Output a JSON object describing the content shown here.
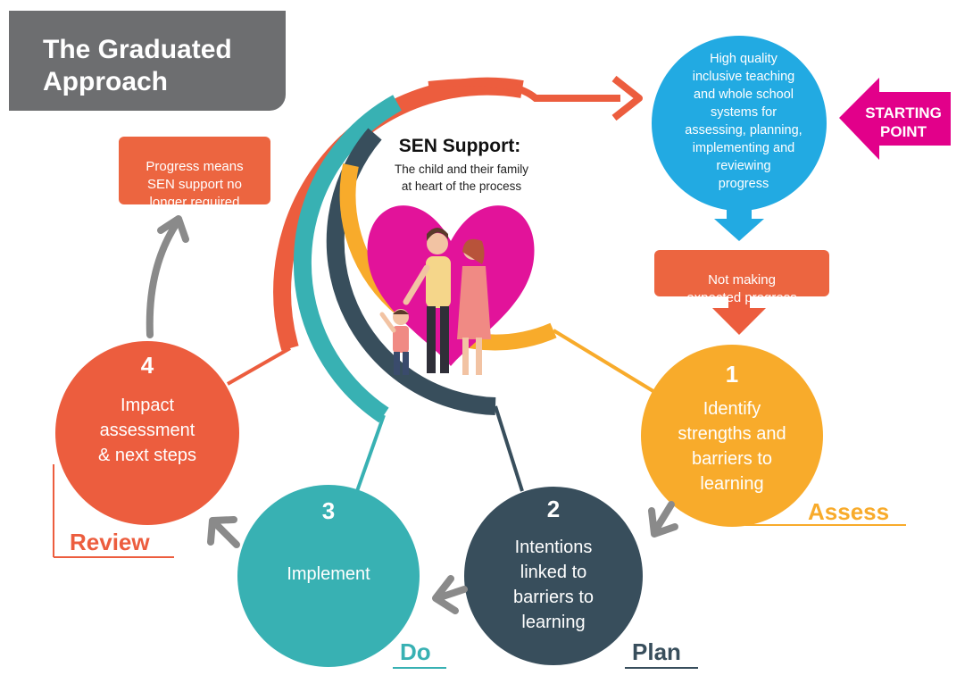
{
  "title": "The Graduated Approach",
  "center": {
    "title": "SEN Support:",
    "subtitle": "The child and their family\nat heart of the process"
  },
  "top_circle": "High quality\ninclusive teaching\nand whole school\nsystems for\nassessing, planning,\nimplementing and\nreviewing\nprogress",
  "starting_point": "STARTING\nPOINT",
  "not_making": "Not making\nexpected progress",
  "progress_box": "Progress means\nSEN support no\nlonger required",
  "steps": [
    {
      "number": "1",
      "text": "Identify\nstrengths and\nbarriers to\nlearning",
      "stage": "Assess",
      "color": "#f8ab2b"
    },
    {
      "number": "2",
      "text": "Intentions\nlinked to\nbarriers to\nlearning",
      "stage": "Plan",
      "color": "#384e5c"
    },
    {
      "number": "3",
      "text": "Implement",
      "stage": "Do",
      "color": "#38b1b3"
    },
    {
      "number": "4",
      "text": "Impact\nassessment\n& next steps",
      "stage": "Review",
      "color": "#ec5d3e"
    }
  ],
  "colors": {
    "orange": "#ec5d3e",
    "yellow": "#f8ab2b",
    "navy": "#384e5c",
    "teal": "#38b1b3",
    "blue": "#22aae2",
    "magenta": "#e2008a",
    "grey": "#6d6e70",
    "arrow_grey": "#8a8a8a"
  }
}
